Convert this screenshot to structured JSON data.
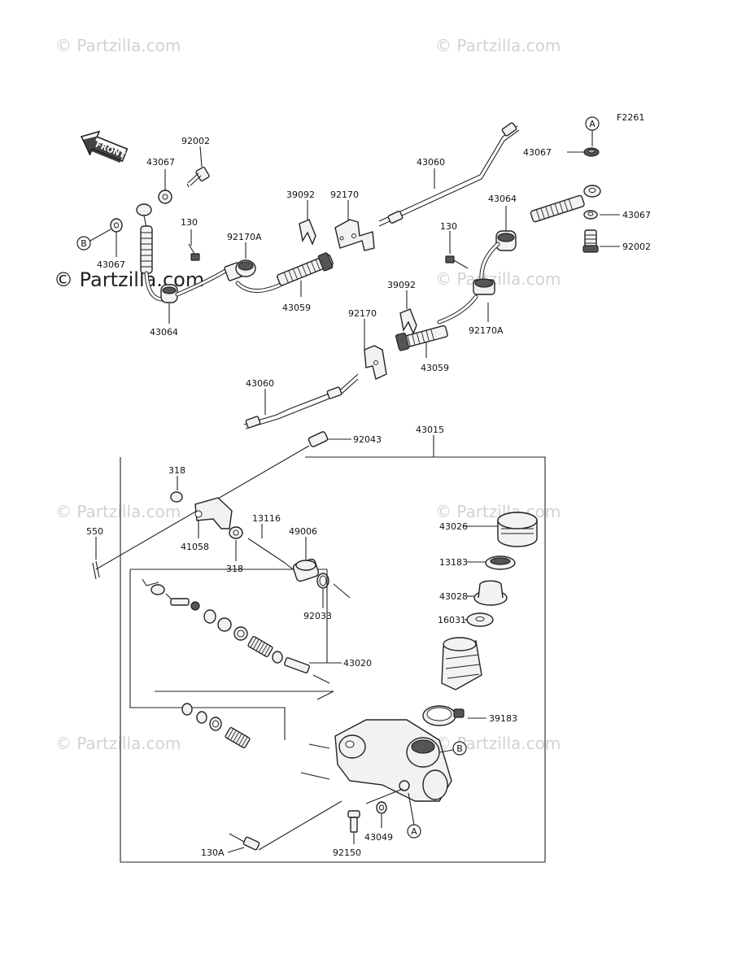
{
  "figure_code": "F2261",
  "front_label": "FRONT",
  "watermarks": [
    "© Partzilla.com",
    "© Partzilla.com",
    "© Partzilla.com",
    "© Partzilla.com",
    "© Partzilla.com",
    "© Partzilla.com",
    "© Partzilla.com"
  ],
  "watermark_dark": "© Partzilla.com",
  "markers": {
    "a": "A",
    "b": "B"
  },
  "callouts": {
    "p92002_left": "92002",
    "p43067_left_top": "43067",
    "p43067_left_bottom": "43067",
    "p43064_left": "43064",
    "p130_left": "130",
    "p92170A_left": "92170A",
    "p39092_top": "39092",
    "p92170_top": "92170",
    "p43059_top": "43059",
    "p43060_top": "43060",
    "p43067_right_top": "43067",
    "p43064_right": "43064",
    "p43067_right_mid": "43067",
    "p92002_right": "92002",
    "p130_right": "130",
    "p39092_mid": "39092",
    "p92170_mid": "92170",
    "p92170A_right": "92170A",
    "p43059_mid": "43059",
    "p43060_mid": "43060",
    "p92043": "92043",
    "p43015": "43015",
    "p318_top": "318",
    "p550": "550",
    "p41058": "41058",
    "p318_bottom": "318",
    "p13116": "13116",
    "p49006": "49006",
    "p92033": "92033",
    "p43020": "43020",
    "p43026": "43026",
    "p13183": "13183",
    "p43028": "43028",
    "p16031": "16031",
    "p39183": "39183",
    "p43049": "43049",
    "p92150": "92150",
    "p130A": "130A"
  }
}
